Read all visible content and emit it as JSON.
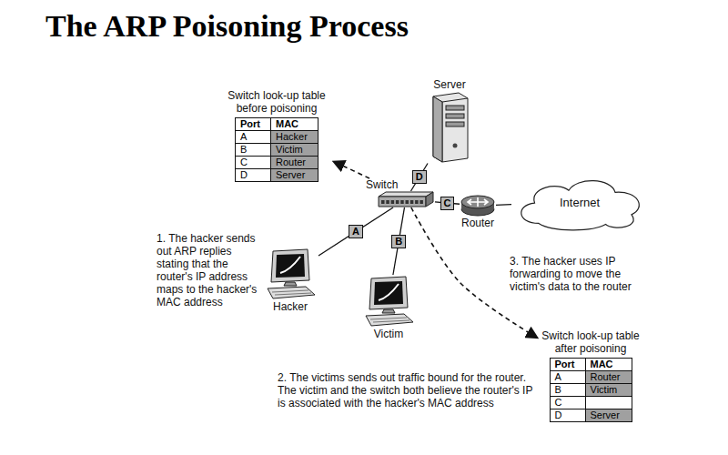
{
  "diagram": {
    "title": "The ARP Poisoning Process",
    "nodes": [
      {
        "text": [
          "Switch look-up table before poisoning",
          "Port",
          "MAC",
          "A",
          "Hacker",
          "B",
          "Victim",
          "C",
          "Router",
          "D",
          "Server"
        ]
      },
      {
        "text": [
          "Server"
        ]
      },
      {
        "text": [
          "Switch"
        ]
      },
      {
        "text": [
          "Router"
        ]
      },
      {
        "text": [
          "Internet"
        ]
      },
      {
        "text": [
          "Hacker"
        ]
      },
      {
        "text": [
          "Victim"
        ]
      },
      {
        "text": [
          "Switch look-up table after poisoning",
          "Port",
          "MAC",
          "A",
          "Router",
          "B",
          "Victim",
          "C",
          "D",
          "Server"
        ]
      }
    ],
    "edges": [
      {
        "from": 2,
        "to": 0,
        "arrow": "to"
      },
      {
        "from": 1,
        "to": 2,
        "label": "D",
        "arrow": "none"
      },
      {
        "from": 5,
        "to": 2,
        "label": "A",
        "arrow": "none"
      },
      {
        "from": 6,
        "to": 2,
        "label": "B",
        "arrow": "none"
      },
      {
        "from": 2,
        "to": 3,
        "label": "C",
        "arrow": "none"
      },
      {
        "from": 3,
        "to": 4,
        "arrow": "none"
      },
      {
        "from": 2,
        "to": 7,
        "arrow": "to"
      }
    ],
    "labels": [
      "1. The hacker sends out ARP replies stating that the router's IP address maps to the hacker's MAC address",
      "2. The victims sends out traffic bound for the router. The victim and the switch both believe the router's IP is associated with the hacker's MAC address",
      "3. The hacker uses IP forwarding to move the victim's data to the router"
    ]
  }
}
